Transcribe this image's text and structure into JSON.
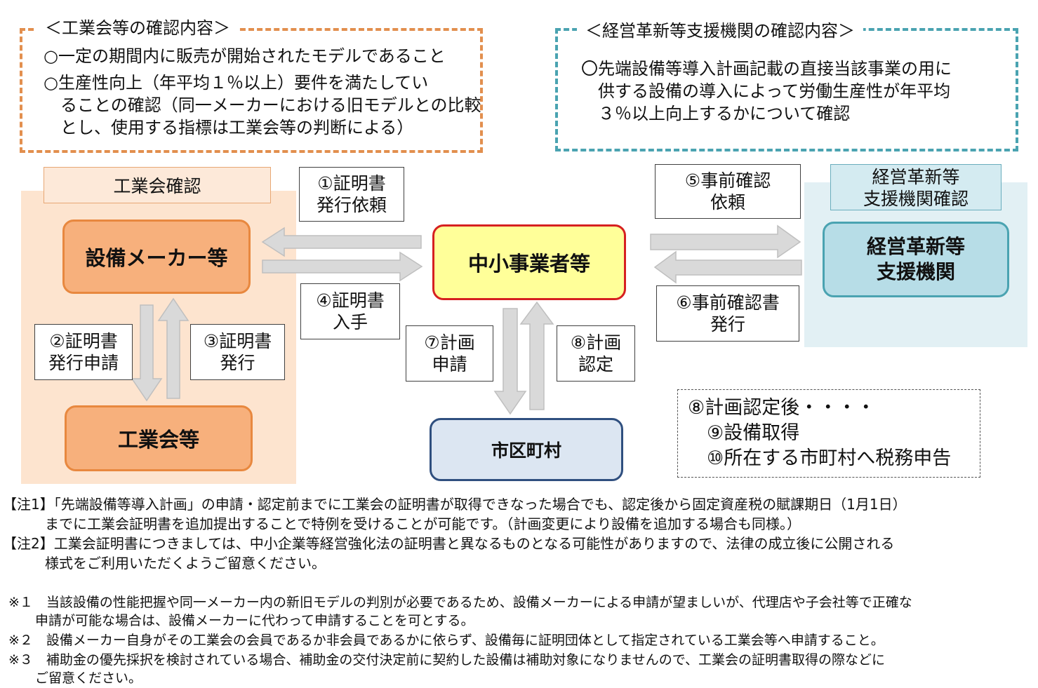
{
  "industry_check": {
    "title": "＜工業会等の確認内容＞",
    "lines": [
      "○一定の期間内に販売が開始されたモデルであること",
      "○生産性向上（年平均１％以上）要件を満たしてい",
      "　ることの確認（同一メーカーにおける旧モデルとの比較",
      "　とし、使用する指標は工業会等の判断による）"
    ]
  },
  "support_check": {
    "title": "＜経営革新等支援機関の確認内容＞",
    "lines": [
      "〇先端設備等導入計画記載の直接当該事業の用に",
      "　供する設備の導入によって労働生産性が年平均",
      "　３％以上向上するかについて確認"
    ]
  },
  "regions": {
    "industry_label": "工業会確認",
    "support_label": [
      "経営革新等",
      "支援機関確認"
    ]
  },
  "nodes": {
    "maker": "設備メーカー等",
    "association": "工業会等",
    "sme": "中小事業者等",
    "municipality": "市区町村",
    "support": [
      "経営革新等",
      "支援機関"
    ]
  },
  "steps": {
    "s1": [
      "①証明書",
      "発行依頼"
    ],
    "s2": [
      "②証明書",
      "発行申請"
    ],
    "s3": [
      "③証明書",
      "発行"
    ],
    "s4": [
      "④証明書",
      "入手"
    ],
    "s5": [
      "⑤事前確認",
      "依頼"
    ],
    "s6": [
      "⑥事前確認書",
      "発行"
    ],
    "s7": [
      "⑦計画",
      "申請"
    ],
    "s8": [
      "⑧計画",
      "認定"
    ]
  },
  "after_approval": [
    "⑧計画認定後・・・・",
    "　⑨設備取得",
    "　⑩所在する市町村へ税務申告"
  ],
  "notes": [
    "【注1】「先端設備等導入計画」の申請・認定前までに工業会の証明書が取得できなった場合でも、認定後から固定資産税の賦課期日（1月1日）",
    "　　　までに工業会証明書を追加提出することで特例を受けることが可能です。（計画変更により設備を追加する場合も同様。）",
    "【注2】工業会証明書につきましては、中小企業等経営強化法の証明書と異なるものとなる可能性がありますので、法律の成立後に公開される",
    "　　　様式をご利用いただくようご留意ください。"
  ],
  "remarks": [
    "※１　当該設備の性能把握や同一メーカー内の新旧モデルの判別が必要であるため、設備メーカーによる申請が望ましいが、代理店や子会社等で正確な",
    "　　申請が可能な場合は、設備メーカーに代わって申請することを可とする。",
    "※２　設備メーカー自身がその工業会の会員であるか非会員であるかに依らず、設備毎に証明団体として指定されている工業会等へ申請すること。",
    "※３　補助金の優先採択を検討されている場合、補助金の交付決定前に契約した設備は補助対象になりませんので、工業会の証明書取得の際などに",
    "　　ご留意ください。"
  ],
  "colors": {
    "orange_accent": "#e28f4e",
    "teal_accent": "#4aa3b1",
    "sme_fill": "#ffff99",
    "sme_border": "#d62020",
    "arrow_fill": "#d9d9d9"
  }
}
